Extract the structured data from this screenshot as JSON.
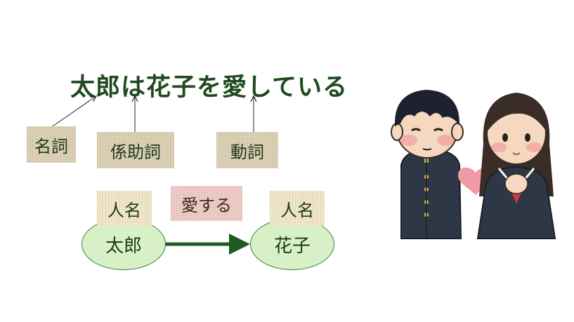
{
  "sentence": "太郎は花子を愛している",
  "pos_labels": {
    "noun": "名詞",
    "particle": "係助詞",
    "verb": "動詞"
  },
  "graph": {
    "subject_type": "人名",
    "object_type": "人名",
    "relation": "愛する",
    "subject": "太郎",
    "object": "花子"
  },
  "illustration": {
    "boy": "schoolboy-in-gakuran",
    "girl": "schoolgirl-in-sailor-uniform",
    "heart_color": "#f19aa6"
  }
}
